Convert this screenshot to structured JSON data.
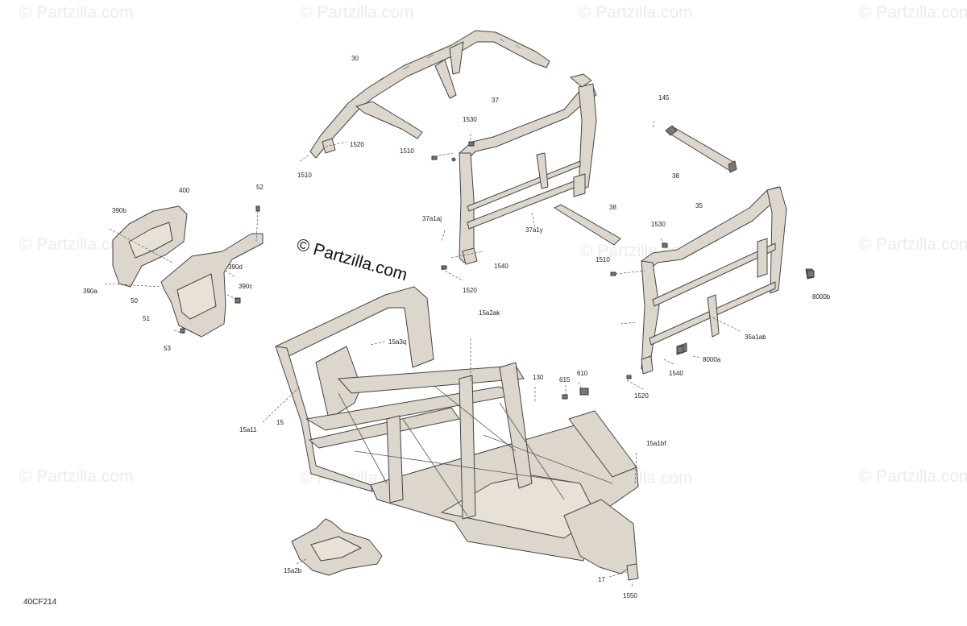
{
  "watermark_text": "© Partzilla.com",
  "copyright_text": "© Partzilla.com",
  "diagram_code": "40CF214",
  "colors": {
    "tube": "#ddd6cc",
    "stroke": "#444444",
    "watermark": "#ececec"
  },
  "callouts": [
    "30",
    "37",
    "1530",
    "1520",
    "1510",
    "1510",
    "145",
    "38",
    "400",
    "52",
    "390b",
    "390d",
    "390c",
    "390a",
    "50",
    "51",
    "53",
    "37a1aj",
    "37a1y",
    "1540",
    "1520",
    "38",
    "35",
    "1530",
    "1510",
    "8000b",
    "15a2ak",
    "15a3q",
    "35a1ab",
    "8000a",
    "1540",
    "1520",
    "130",
    "615",
    "610",
    "15a11",
    "15",
    "15a1bf",
    "15a2b",
    "17",
    "1550"
  ]
}
